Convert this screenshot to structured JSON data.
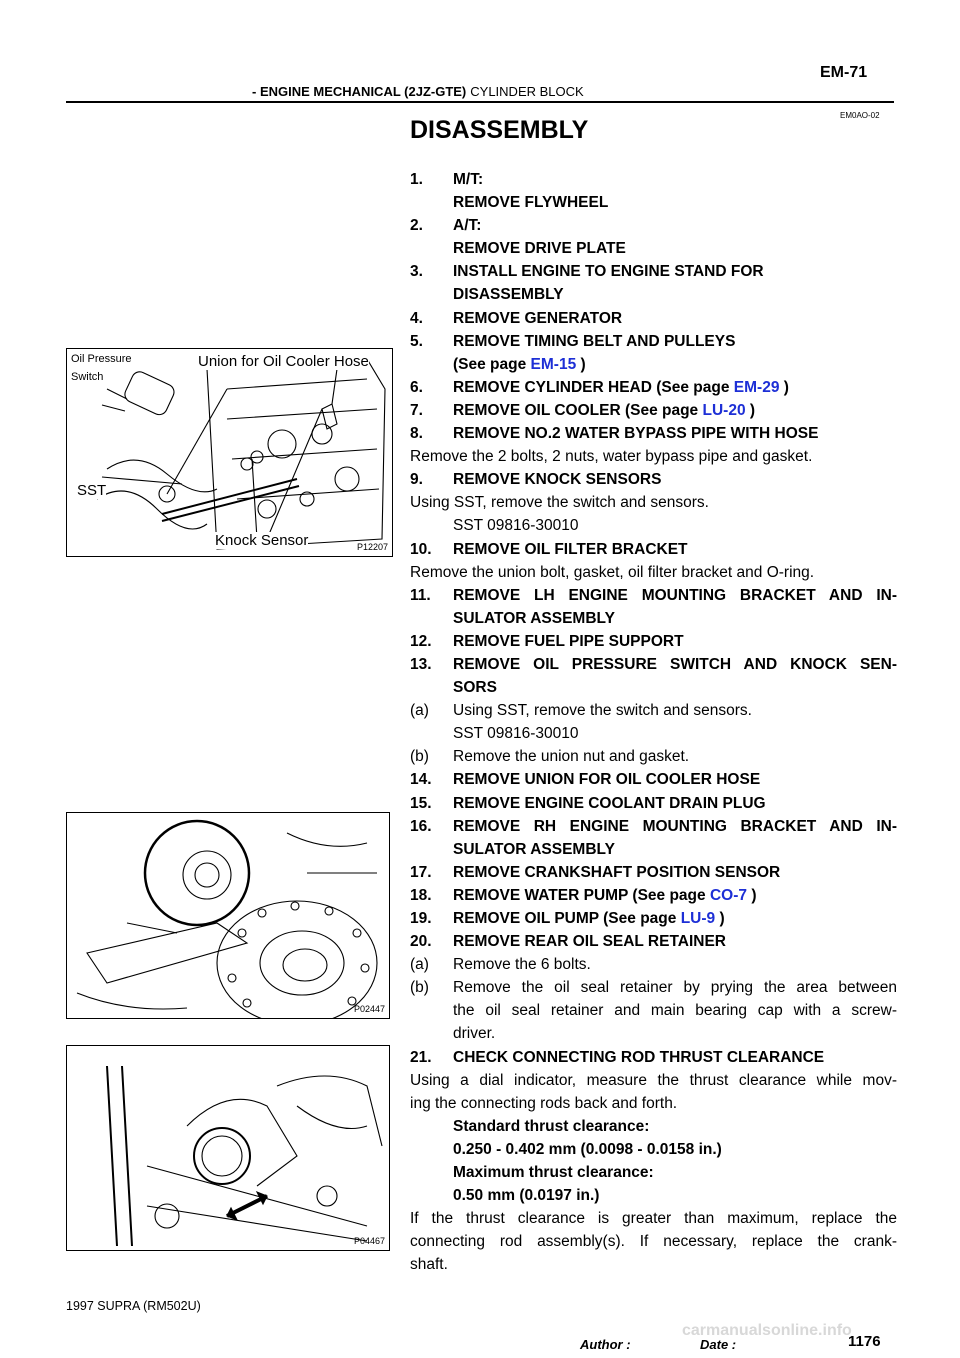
{
  "header": {
    "section": "- ENGINE MECHANICAL (2JZ-GTE)",
    "subsection": "CYLINDER BLOCK",
    "page": "EM-71",
    "doc_id": "EM0AO-02"
  },
  "title": "DISASSEMBLY",
  "lines": [
    {
      "num": "1.",
      "text": "M/T:",
      "bold": true
    },
    {
      "text": "REMOVE FLYWHEEL",
      "bold": true,
      "indent": 1
    },
    {
      "num": "2.",
      "text": "A/T:",
      "bold": true
    },
    {
      "text": "REMOVE DRIVE PLATE",
      "bold": true,
      "indent": 1
    },
    {
      "num": "3.",
      "text": "INSTALL ENGINE TO ENGINE STAND FOR",
      "bold": true
    },
    {
      "text": "DISASSEMBLY",
      "bold": true,
      "indent": 1
    },
    {
      "num": "4.",
      "text": "REMOVE GENERATOR",
      "bold": true
    },
    {
      "num": "5.",
      "text": "REMOVE TIMING BELT AND PULLEYS",
      "bold": true
    },
    {
      "text": "(See page",
      "bold": true,
      "indent": 1,
      "link": "EM-15",
      "after": ")"
    },
    {
      "num": "6.",
      "text": "REMOVE CYLINDER HEAD (See page",
      "bold": true,
      "link": "EM-29",
      "after": ")"
    },
    {
      "num": "7.",
      "text": "REMOVE OIL COOLER (See page",
      "bold": true,
      "link": "LU-20",
      "after": ")"
    },
    {
      "num": "8.",
      "text": "REMOVE NO.2 WATER BYPASS PIPE WITH HOSE",
      "bold": true
    },
    {
      "text": "Remove the 2 bolts, 2 nuts, water bypass pipe and gasket."
    },
    {
      "num": "9.",
      "text": "REMOVE KNOCK SENSORS",
      "bold": true
    },
    {
      "text": "Using SST, remove the switch and sensors."
    },
    {
      "text": "SST 09816-30010",
      "indent": 1
    },
    {
      "num": "10.",
      "text": "REMOVE OIL FILTER BRACKET",
      "bold": true
    },
    {
      "text": "Remove the union bolt, gasket, oil filter bracket and O-ring."
    },
    {
      "num": "11.",
      "text": "REMOVE LH ENGINE MOUNTING BRACKET AND IN-",
      "bold": true,
      "justify": true
    },
    {
      "text": "SULATOR ASSEMBLY",
      "bold": true,
      "indent": 1
    },
    {
      "num": "12.",
      "text": "REMOVE FUEL PIPE SUPPORT",
      "bold": true
    },
    {
      "num": "13.",
      "text": "REMOVE OIL PRESSURE SWITCH AND KNOCK SEN-",
      "bold": true,
      "justify": true
    },
    {
      "text": "SORS",
      "bold": true,
      "indent": 1
    },
    {
      "num": "(a)",
      "text": "Using SST, remove the switch and sensors."
    },
    {
      "text": "SST 09816-30010",
      "indent": 1
    },
    {
      "num": "(b)",
      "text": "Remove the union nut and gasket."
    },
    {
      "num": "14.",
      "text": "REMOVE UNION FOR OIL COOLER HOSE",
      "bold": true
    },
    {
      "num": "15.",
      "text": "REMOVE ENGINE COOLANT DRAIN PLUG",
      "bold": true
    },
    {
      "num": "16.",
      "text": "REMOVE RH ENGINE MOUNTING BRACKET AND IN-",
      "bold": true,
      "justify": true
    },
    {
      "text": "SULATOR ASSEMBLY",
      "bold": true,
      "indent": 1
    },
    {
      "num": "17.",
      "text": "REMOVE CRANKSHAFT POSITION SENSOR",
      "bold": true
    },
    {
      "num": "18.",
      "text": "REMOVE WATER PUMP (See page",
      "bold": true,
      "link": "CO-7",
      "after": ")"
    },
    {
      "num": "19.",
      "text": "REMOVE OIL PUMP (See page",
      "bold": true,
      "link": "LU-9",
      "after": ")"
    },
    {
      "num": "20.",
      "text": "REMOVE REAR OIL SEAL RETAINER",
      "bold": true
    },
    {
      "num": "(a)",
      "text": "Remove the 6 bolts."
    },
    {
      "num": "(b)",
      "text": "Remove the oil seal retainer by prying the area between",
      "justify": true
    },
    {
      "text": "the oil seal retainer and main bearing cap with a screw-",
      "indent": 1,
      "justify": true
    },
    {
      "text": "driver.",
      "indent": 1
    },
    {
      "num": "21.",
      "text": "CHECK CONNECTING ROD THRUST CLEARANCE",
      "bold": true
    },
    {
      "text": "Using a dial indicator, measure the thrust clearance while mov-",
      "justify": true
    },
    {
      "text": "ing the connecting rods back and forth."
    },
    {
      "text": "Standard thrust clearance:",
      "bold": true,
      "indent": 1
    },
    {
      "text": "0.250 - 0.402 mm (0.0098 - 0.0158 in.)",
      "bold": true,
      "indent": 1
    },
    {
      "text": "Maximum thrust clearance:",
      "bold": true,
      "indent": 1
    },
    {
      "text": "0.50 mm (0.0197 in.)",
      "bold": true,
      "indent": 1
    },
    {
      "text": "If the thrust clearance is greater than maximum, replace the",
      "justify": true
    },
    {
      "text": "connecting rod assembly(s). If necessary, replace the crank-",
      "justify": true
    },
    {
      "text": "shaft."
    }
  ],
  "figures": {
    "fig1": {
      "code": "P12207",
      "label_oil_pressure": "Oil Pressure",
      "label_switch": "Switch",
      "label_union": "Union for Oil Cooler Hose",
      "label_sst": "SST",
      "label_knock": "Knock Sensor"
    },
    "fig2": {
      "code": "P02447"
    },
    "fig3": {
      "code": "P04467"
    }
  },
  "footer": {
    "model": "1997 SUPRA (RM502U)",
    "author": "Author :",
    "date": "Date :",
    "page_number": "1176",
    "watermark": "carmanualsonline.info"
  }
}
